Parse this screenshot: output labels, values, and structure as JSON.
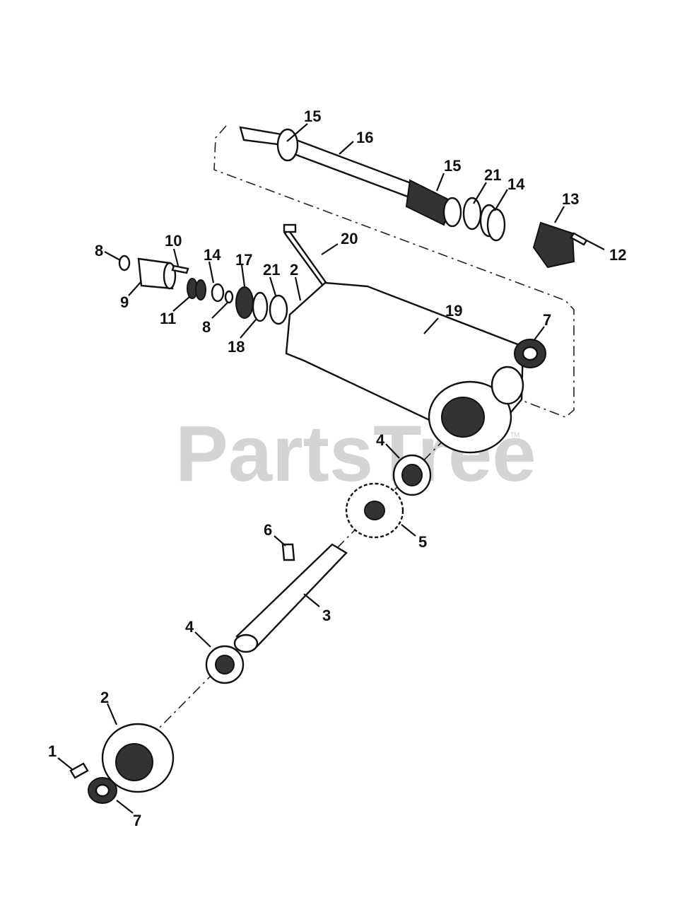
{
  "watermark": {
    "text": "PartsTree",
    "mark": "TM"
  },
  "callouts": {
    "c1": "1",
    "c2a": "2",
    "c2b": "2",
    "c3": "3",
    "c4a": "4",
    "c4b": "4",
    "c5": "5",
    "c6": "6",
    "c7a": "7",
    "c7b": "7",
    "c8a": "8",
    "c8b": "8",
    "c9": "9",
    "c10": "10",
    "c11": "11",
    "c12": "12",
    "c13": "13",
    "c14a": "14",
    "c14b": "14",
    "c15a": "15",
    "c15b": "15",
    "c16": "16",
    "c17": "17",
    "c18": "18",
    "c19": "19",
    "c20": "20",
    "c21a": "21",
    "c21b": "21"
  }
}
